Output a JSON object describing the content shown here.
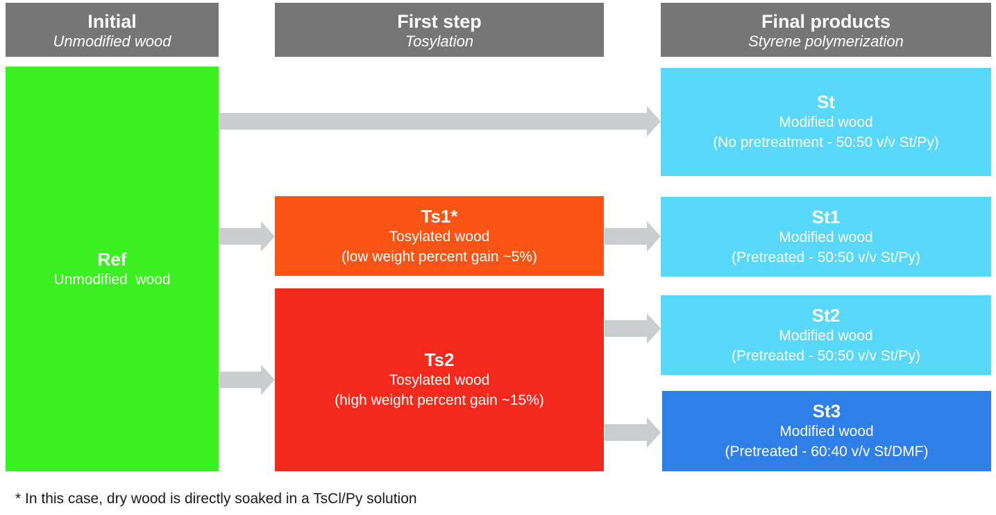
{
  "headers": [
    {
      "title": "Initial",
      "subtitle": "Unmodified wood"
    },
    {
      "title": "First step",
      "subtitle": "Tosylation"
    },
    {
      "title": "Final products",
      "subtitle": "Styrene polymerization"
    }
  ],
  "nodes": {
    "ref": {
      "name": "Ref",
      "label": "Unmodified  wood",
      "color": "#3bf020"
    },
    "ts1": {
      "name": "Ts1*",
      "label": "Tosylated wood",
      "detail": "(low weight percent gain ~5%)",
      "color": "#fb5414"
    },
    "ts2": {
      "name": "Ts2",
      "label": "Tosylated wood",
      "detail": "(high weight percent gain ~15%)",
      "color": "#f42a1c"
    },
    "st": {
      "name": "St",
      "label": "Modified wood",
      "detail": "(No pretreatment - 50:50 v/v St/Py)",
      "color": "#58d8fb"
    },
    "st1": {
      "name": "St1",
      "label": "Modified wood",
      "detail": "(Pretreated - 50:50 v/v St/Py)",
      "color": "#58d8fb"
    },
    "st2": {
      "name": "St2",
      "label": "Modified wood",
      "detail": "(Pretreated - 50:50 v/v St/Py)",
      "color": "#58d8fb"
    },
    "st3": {
      "name": "St3",
      "label": "Modified wood",
      "detail": "(Pretreated - 60:40 v/v St/DMF)",
      "color": "#2f7fe8"
    }
  },
  "edges": [
    {
      "from": "Ref",
      "to": "St"
    },
    {
      "from": "Ref",
      "to": "Ts1*"
    },
    {
      "from": "Ref",
      "to": "Ts2"
    },
    {
      "from": "Ts1*",
      "to": "St1"
    },
    {
      "from": "Ts2",
      "to": "St2"
    },
    {
      "from": "Ts2",
      "to": "St3"
    }
  ],
  "colors": {
    "header": "#767676",
    "arrow": "#c9cdcd"
  },
  "footnote": "* In this case, dry wood is directly soaked in a TsCl/Py solution"
}
